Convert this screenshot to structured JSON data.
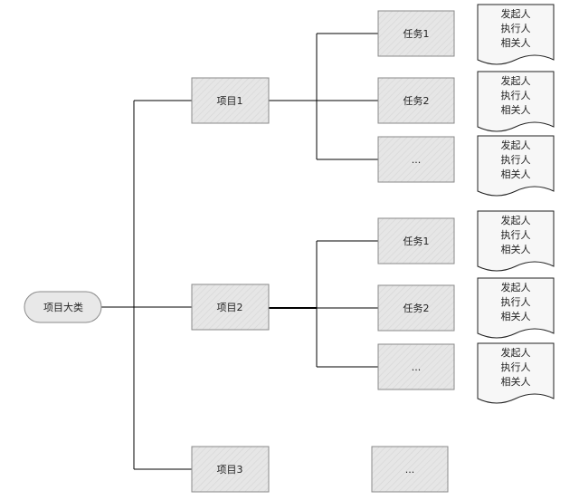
{
  "root": {
    "label": "项目大类"
  },
  "projects": [
    {
      "label": "项目1"
    },
    {
      "label": "项目2"
    },
    {
      "label": "项目3"
    }
  ],
  "tasks": [
    {
      "label": "任务1"
    },
    {
      "label": "任务2"
    },
    {
      "label": "..."
    },
    {
      "label": "任务1"
    },
    {
      "label": "任务2"
    },
    {
      "label": "..."
    },
    {
      "label": "..."
    }
  ],
  "docs": [
    {
      "lines": [
        "发起人",
        "执行人",
        "相关人"
      ]
    },
    {
      "lines": [
        "发起人",
        "执行人",
        "相关人"
      ]
    },
    {
      "lines": [
        "发起人",
        "执行人",
        "相关人"
      ]
    },
    {
      "lines": [
        "发起人",
        "执行人",
        "相关人"
      ]
    },
    {
      "lines": [
        "发起人",
        "执行人",
        "相关人"
      ]
    },
    {
      "lines": [
        "发起人",
        "执行人",
        "相关人"
      ]
    }
  ],
  "colors": {
    "box_fill": "#e6e6e6",
    "box_stroke": "#8a8a8a",
    "hatch": "#d2d2d2",
    "line": "#000000",
    "root_fill": "#e8e8e8",
    "doc_fill": "#f7f7f7"
  }
}
